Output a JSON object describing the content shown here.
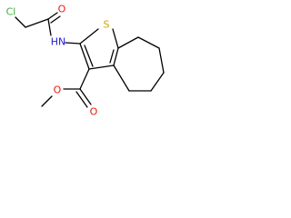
{
  "colors": {
    "carbon_bond": "#000000",
    "chlorine": "#3fae3a",
    "oxygen": "#e8190e",
    "nitrogen": "#2020d8",
    "sulfur": "#c9a800",
    "background": "#ffffff"
  },
  "atoms": {
    "cl": "Cl",
    "o_amide": "O",
    "nh": "HN",
    "s": "S",
    "o_ester_carbonyl": "O",
    "o_ester": "O"
  }
}
